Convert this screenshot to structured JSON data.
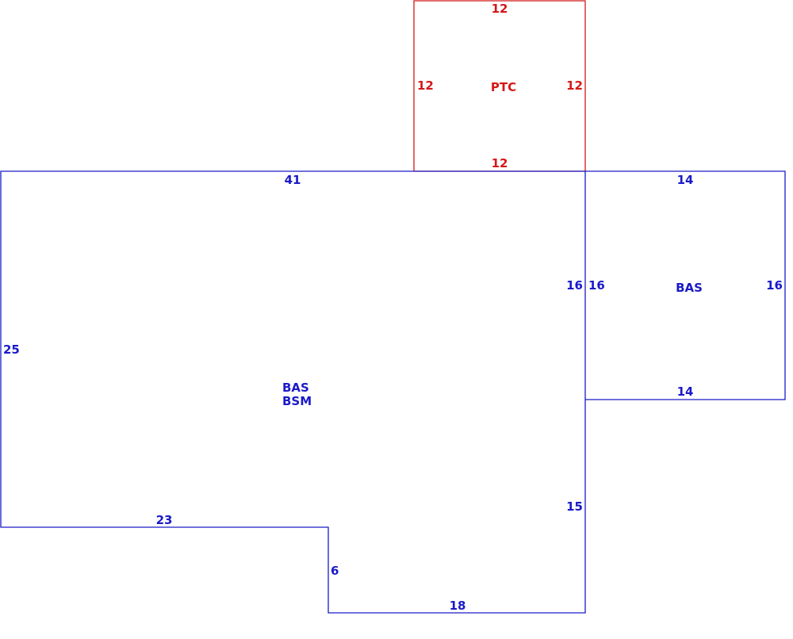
{
  "colors": {
    "main": "#1a1ac8",
    "porch": "#d41818",
    "background": "#ffffff"
  },
  "main_area": {
    "label_line1": "BAS",
    "label_line2": "BSM",
    "dims": {
      "top": "41",
      "left": "25",
      "bottom_left": "23",
      "step": "6",
      "bottom": "18",
      "right_lower": "15",
      "right_upper": "16"
    }
  },
  "side_area": {
    "label": "BAS",
    "dims": {
      "top": "14",
      "left": "16",
      "right": "16",
      "bottom": "14"
    }
  },
  "porch_area": {
    "label": "PTC",
    "dims": {
      "top": "12",
      "left": "12",
      "right": "12",
      "bottom": "12"
    }
  }
}
